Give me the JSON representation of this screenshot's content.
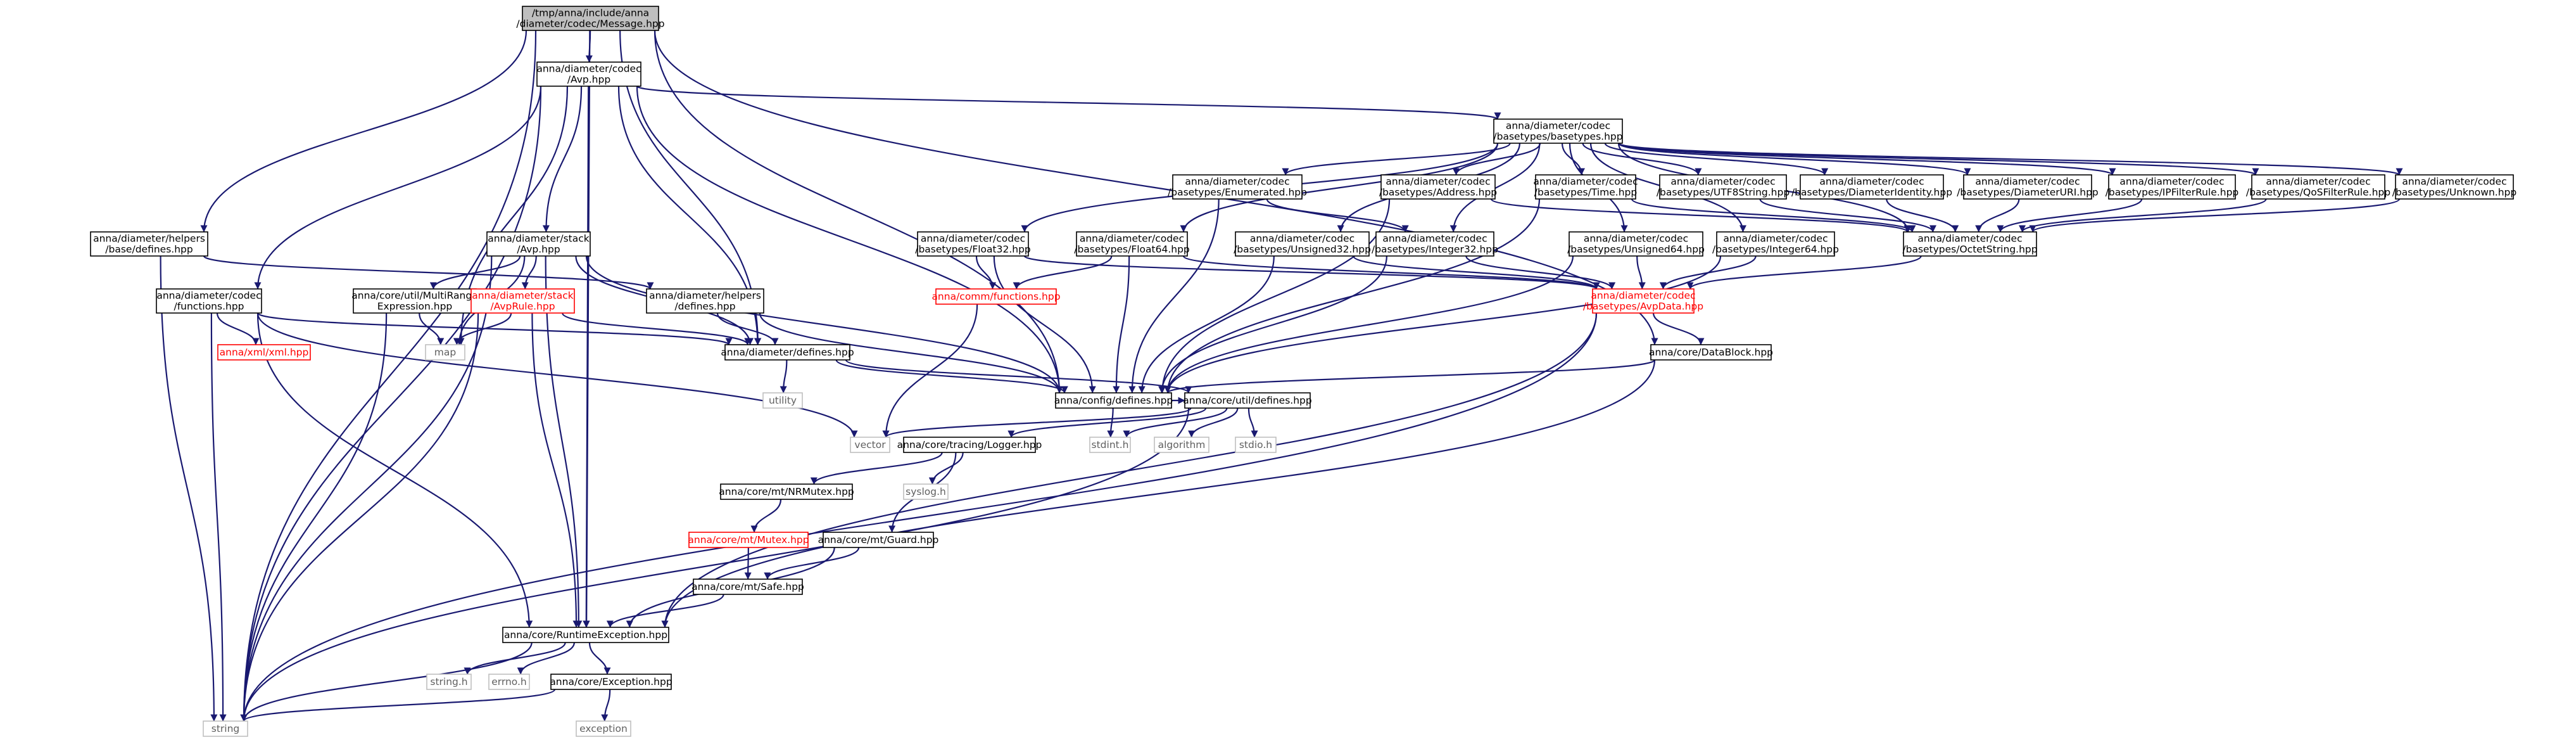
{
  "graph": {
    "title": "",
    "nodes": [
      {
        "id": "message",
        "kind": "current",
        "lines": [
          "/tmp/anna/include/anna",
          "/diameter/codec/Message.hpp"
        ]
      },
      {
        "id": "avp",
        "kind": "normal",
        "lines": [
          "anna/diameter/codec",
          "/Avp.hpp"
        ]
      },
      {
        "id": "helpers_base_defines",
        "kind": "normal",
        "lines": [
          "anna/diameter/helpers",
          "/base/defines.hpp"
        ]
      },
      {
        "id": "codec_functions",
        "kind": "normal",
        "lines": [
          "anna/diameter/codec",
          "/functions.hpp"
        ]
      },
      {
        "id": "stack_avp",
        "kind": "normal",
        "lines": [
          "anna/diameter/stack",
          "/Avp.hpp"
        ]
      },
      {
        "id": "basetypes",
        "kind": "normal",
        "lines": [
          "anna/diameter/codec",
          "/basetypes/basetypes.hpp"
        ]
      },
      {
        "id": "xml",
        "kind": "red",
        "lines": [
          "anna/xml/xml.hpp"
        ]
      },
      {
        "id": "multirange",
        "kind": "normal",
        "lines": [
          "anna/core/util/MultiRange",
          "Expression.hpp"
        ]
      },
      {
        "id": "avprule",
        "kind": "red",
        "lines": [
          "anna/diameter/stack",
          "/AvpRule.hpp"
        ]
      },
      {
        "id": "helpers_defines",
        "kind": "normal",
        "lines": [
          "anna/diameter/helpers",
          "/defines.hpp"
        ]
      },
      {
        "id": "map",
        "kind": "sys",
        "lines": [
          "map"
        ]
      },
      {
        "id": "diameter_defines",
        "kind": "normal",
        "lines": [
          "anna/diameter/defines.hpp"
        ]
      },
      {
        "id": "utility",
        "kind": "sys",
        "lines": [
          "utility"
        ]
      },
      {
        "id": "enumerated",
        "kind": "normal",
        "lines": [
          "anna/diameter/codec",
          "/basetypes/Enumerated.hpp"
        ]
      },
      {
        "id": "address",
        "kind": "normal",
        "lines": [
          "anna/diameter/codec",
          "/basetypes/Address.hpp"
        ]
      },
      {
        "id": "time",
        "kind": "normal",
        "lines": [
          "anna/diameter/codec",
          "/basetypes/Time.hpp"
        ]
      },
      {
        "id": "utf8",
        "kind": "normal",
        "lines": [
          "anna/diameter/codec",
          "/basetypes/UTF8String.hpp"
        ]
      },
      {
        "id": "diamident",
        "kind": "normal",
        "lines": [
          "anna/diameter/codec",
          "/basetypes/DiameterIdentity.hpp"
        ]
      },
      {
        "id": "diamuri",
        "kind": "normal",
        "lines": [
          "anna/diameter/codec",
          "/basetypes/DiameterURI.hpp"
        ]
      },
      {
        "id": "ipfilter",
        "kind": "normal",
        "lines": [
          "anna/diameter/codec",
          "/basetypes/IPFilterRule.hpp"
        ]
      },
      {
        "id": "qosfilter",
        "kind": "normal",
        "lines": [
          "anna/diameter/codec",
          "/basetypes/QoSFilterRule.hpp"
        ]
      },
      {
        "id": "unknown",
        "kind": "normal",
        "lines": [
          "anna/diameter/codec",
          "/basetypes/Unknown.hpp"
        ]
      },
      {
        "id": "float32",
        "kind": "normal",
        "lines": [
          "anna/diameter/codec",
          "/basetypes/Float32.hpp"
        ]
      },
      {
        "id": "float64",
        "kind": "normal",
        "lines": [
          "anna/diameter/codec",
          "/basetypes/Float64.hpp"
        ]
      },
      {
        "id": "unsigned32",
        "kind": "normal",
        "lines": [
          "anna/diameter/codec",
          "/basetypes/Unsigned32.hpp"
        ]
      },
      {
        "id": "integer32",
        "kind": "normal",
        "lines": [
          "anna/diameter/codec",
          "/basetypes/Integer32.hpp"
        ]
      },
      {
        "id": "unsigned64",
        "kind": "normal",
        "lines": [
          "anna/diameter/codec",
          "/basetypes/Unsigned64.hpp"
        ]
      },
      {
        "id": "integer64",
        "kind": "normal",
        "lines": [
          "anna/diameter/codec",
          "/basetypes/Integer64.hpp"
        ]
      },
      {
        "id": "octetstring",
        "kind": "normal",
        "lines": [
          "anna/diameter/codec",
          "/basetypes/OctetString.hpp"
        ]
      },
      {
        "id": "comm_functions",
        "kind": "red",
        "lines": [
          "anna/comm/functions.hpp"
        ]
      },
      {
        "id": "avpdata",
        "kind": "red",
        "lines": [
          "anna/diameter/codec",
          "/basetypes/AvpData.hpp"
        ]
      },
      {
        "id": "datablock",
        "kind": "normal",
        "lines": [
          "anna/core/DataBlock.hpp"
        ]
      },
      {
        "id": "config_defines",
        "kind": "normal",
        "lines": [
          "anna/config/defines.hpp"
        ]
      },
      {
        "id": "util_defines",
        "kind": "normal",
        "lines": [
          "anna/core/util/defines.hpp"
        ]
      },
      {
        "id": "vector",
        "kind": "sys",
        "lines": [
          "vector"
        ]
      },
      {
        "id": "logger",
        "kind": "normal",
        "lines": [
          "anna/core/tracing/Logger.hpp"
        ]
      },
      {
        "id": "stdint",
        "kind": "sys",
        "lines": [
          "stdint.h"
        ]
      },
      {
        "id": "algorithm",
        "kind": "sys",
        "lines": [
          "algorithm"
        ]
      },
      {
        "id": "stdio",
        "kind": "sys",
        "lines": [
          "stdio.h"
        ]
      },
      {
        "id": "syslog",
        "kind": "sys",
        "lines": [
          "syslog.h"
        ]
      },
      {
        "id": "nrmutex",
        "kind": "normal",
        "lines": [
          "anna/core/mt/NRMutex.hpp"
        ]
      },
      {
        "id": "mutex",
        "kind": "red",
        "lines": [
          "anna/core/mt/Mutex.hpp"
        ]
      },
      {
        "id": "guard",
        "kind": "normal",
        "lines": [
          "anna/core/mt/Guard.hpp"
        ]
      },
      {
        "id": "safe",
        "kind": "normal",
        "lines": [
          "anna/core/mt/Safe.hpp"
        ]
      },
      {
        "id": "runtime",
        "kind": "normal",
        "lines": [
          "anna/core/RuntimeException.hpp"
        ]
      },
      {
        "id": "string_h",
        "kind": "sys",
        "lines": [
          "string.h"
        ]
      },
      {
        "id": "errno",
        "kind": "sys",
        "lines": [
          "errno.h"
        ]
      },
      {
        "id": "exception_hpp",
        "kind": "normal",
        "lines": [
          "anna/core/Exception.hpp"
        ]
      },
      {
        "id": "exception",
        "kind": "sys",
        "lines": [
          "exception"
        ]
      },
      {
        "id": "string",
        "kind": "sys",
        "lines": [
          "string"
        ]
      }
    ],
    "edges": [
      [
        "message",
        "avp"
      ],
      [
        "message",
        "helpers_base_defines"
      ],
      [
        "message",
        "string"
      ],
      [
        "message",
        "runtime"
      ],
      [
        "message",
        "diameter_defines"
      ],
      [
        "message",
        "config_defines"
      ],
      [
        "message",
        "datablock"
      ],
      [
        "avp",
        "codec_functions"
      ],
      [
        "avp",
        "stack_avp"
      ],
      [
        "avp",
        "basetypes"
      ],
      [
        "avp",
        "string"
      ],
      [
        "avp",
        "map"
      ],
      [
        "avp",
        "diameter_defines"
      ],
      [
        "avp",
        "config_defines"
      ],
      [
        "avp",
        "runtime"
      ],
      [
        "helpers_base_defines",
        "helpers_defines"
      ],
      [
        "helpers_base_defines",
        "string"
      ],
      [
        "codec_functions",
        "xml"
      ],
      [
        "codec_functions",
        "string"
      ],
      [
        "codec_functions",
        "vector"
      ],
      [
        "codec_functions",
        "runtime"
      ],
      [
        "codec_functions",
        "diameter_defines"
      ],
      [
        "stack_avp",
        "multirange"
      ],
      [
        "stack_avp",
        "avprule"
      ],
      [
        "stack_avp",
        "map"
      ],
      [
        "stack_avp",
        "string"
      ],
      [
        "stack_avp",
        "runtime"
      ],
      [
        "stack_avp",
        "diameter_defines"
      ],
      [
        "stack_avp",
        "config_defines"
      ],
      [
        "multirange",
        "map"
      ],
      [
        "multirange",
        "string"
      ],
      [
        "avprule",
        "map"
      ],
      [
        "avprule",
        "string"
      ],
      [
        "avprule",
        "runtime"
      ],
      [
        "avprule",
        "diameter_defines"
      ],
      [
        "helpers_defines",
        "diameter_defines"
      ],
      [
        "helpers_defines",
        "config_defines"
      ],
      [
        "diameter_defines",
        "utility"
      ],
      [
        "diameter_defines",
        "config_defines"
      ],
      [
        "diameter_defines",
        "util_defines"
      ],
      [
        "basetypes",
        "enumerated"
      ],
      [
        "basetypes",
        "address"
      ],
      [
        "basetypes",
        "time"
      ],
      [
        "basetypes",
        "utf8"
      ],
      [
        "basetypes",
        "diamident"
      ],
      [
        "basetypes",
        "diamuri"
      ],
      [
        "basetypes",
        "ipfilter"
      ],
      [
        "basetypes",
        "qosfilter"
      ],
      [
        "basetypes",
        "unknown"
      ],
      [
        "basetypes",
        "float32"
      ],
      [
        "basetypes",
        "float64"
      ],
      [
        "basetypes",
        "unsigned32"
      ],
      [
        "basetypes",
        "integer32"
      ],
      [
        "basetypes",
        "unsigned64"
      ],
      [
        "basetypes",
        "integer64"
      ],
      [
        "basetypes",
        "octetstring"
      ],
      [
        "enumerated",
        "integer32"
      ],
      [
        "enumerated",
        "config_defines"
      ],
      [
        "address",
        "octetstring"
      ],
      [
        "address",
        "config_defines"
      ],
      [
        "time",
        "octetstring"
      ],
      [
        "time",
        "config_defines"
      ],
      [
        "utf8",
        "octetstring"
      ],
      [
        "diamident",
        "octetstring"
      ],
      [
        "diamuri",
        "octetstring"
      ],
      [
        "ipfilter",
        "octetstring"
      ],
      [
        "qosfilter",
        "octetstring"
      ],
      [
        "unknown",
        "octetstring"
      ],
      [
        "float32",
        "comm_functions"
      ],
      [
        "float32",
        "avpdata"
      ],
      [
        "float32",
        "config_defines"
      ],
      [
        "float64",
        "comm_functions"
      ],
      [
        "float64",
        "avpdata"
      ],
      [
        "float64",
        "config_defines"
      ],
      [
        "unsigned32",
        "avpdata"
      ],
      [
        "unsigned32",
        "config_defines"
      ],
      [
        "integer32",
        "avpdata"
      ],
      [
        "integer32",
        "config_defines"
      ],
      [
        "unsigned64",
        "avpdata"
      ],
      [
        "unsigned64",
        "config_defines"
      ],
      [
        "integer64",
        "avpdata"
      ],
      [
        "integer64",
        "config_defines"
      ],
      [
        "octetstring",
        "avpdata"
      ],
      [
        "comm_functions",
        "vector"
      ],
      [
        "avpdata",
        "datablock"
      ],
      [
        "avpdata",
        "runtime"
      ],
      [
        "avpdata",
        "string"
      ],
      [
        "datablock",
        "config_defines"
      ],
      [
        "datablock",
        "runtime"
      ],
      [
        "config_defines",
        "stdint"
      ],
      [
        "config_defines",
        "util_defines"
      ],
      [
        "util_defines",
        "vector"
      ],
      [
        "util_defines",
        "logger"
      ],
      [
        "util_defines",
        "stdint"
      ],
      [
        "util_defines",
        "algorithm"
      ],
      [
        "util_defines",
        "stdio"
      ],
      [
        "util_defines",
        "string"
      ],
      [
        "logger",
        "nrmutex"
      ],
      [
        "logger",
        "syslog"
      ],
      [
        "logger",
        "guard"
      ],
      [
        "nrmutex",
        "mutex"
      ],
      [
        "mutex",
        "safe"
      ],
      [
        "guard",
        "safe"
      ],
      [
        "guard",
        "runtime"
      ],
      [
        "safe",
        "runtime"
      ],
      [
        "runtime",
        "string_h"
      ],
      [
        "runtime",
        "errno"
      ],
      [
        "runtime",
        "exception_hpp"
      ],
      [
        "runtime",
        "string"
      ],
      [
        "exception_hpp",
        "exception"
      ],
      [
        "exception_hpp",
        "string"
      ]
    ]
  }
}
